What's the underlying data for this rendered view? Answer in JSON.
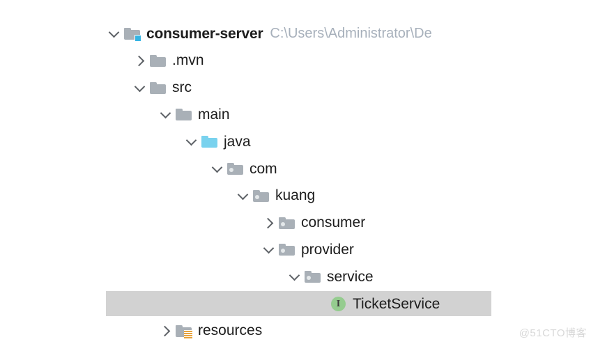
{
  "tree": {
    "nodes": [
      {
        "label": "consumer-server",
        "path": "C:\\Users\\Administrator\\De",
        "icon": "folder-module-icon",
        "chevron": "chevron-down-icon",
        "depth": 0,
        "bold": true,
        "selected": false
      },
      {
        "label": ".mvn",
        "icon": "folder-icon",
        "chevron": "chevron-right-icon",
        "depth": 1,
        "bold": false,
        "selected": false
      },
      {
        "label": "src",
        "icon": "folder-icon",
        "chevron": "chevron-down-icon",
        "depth": 1,
        "bold": false,
        "selected": false
      },
      {
        "label": "main",
        "icon": "folder-icon",
        "chevron": "chevron-down-icon",
        "depth": 2,
        "bold": false,
        "selected": false
      },
      {
        "label": "java",
        "icon": "folder-sources-root-icon",
        "chevron": "chevron-down-icon",
        "depth": 3,
        "bold": false,
        "selected": false
      },
      {
        "label": "com",
        "icon": "folder-package-icon",
        "chevron": "chevron-down-icon",
        "depth": 4,
        "bold": false,
        "selected": false
      },
      {
        "label": "kuang",
        "icon": "folder-package-icon",
        "chevron": "chevron-down-icon",
        "depth": 5,
        "bold": false,
        "selected": false
      },
      {
        "label": "consumer",
        "icon": "folder-package-icon",
        "chevron": "chevron-right-icon",
        "depth": 6,
        "bold": false,
        "selected": false
      },
      {
        "label": "provider",
        "icon": "folder-package-icon",
        "chevron": "chevron-down-icon",
        "depth": 6,
        "bold": false,
        "selected": false
      },
      {
        "label": "service",
        "icon": "folder-package-icon",
        "chevron": "chevron-down-icon",
        "depth": 7,
        "bold": false,
        "selected": false
      },
      {
        "label": "TicketService",
        "icon": "java-interface-icon",
        "icon_glyph": "I",
        "chevron": "none",
        "depth": 8,
        "bold": false,
        "selected": true
      },
      {
        "label": "resources",
        "icon": "folder-resources-root-icon",
        "chevron": "chevron-right-icon",
        "depth": 2,
        "bold": false,
        "selected": false
      }
    ]
  },
  "watermark": {
    "text": "@51CTO博客"
  },
  "colors": {
    "folder_gray": "#a9b0b7",
    "folder_cyan": "#79d2ee",
    "module_badge_blue": "#35b4e3",
    "resources_badge_orange": "#e8a33d",
    "interface_green": "#95cc8f",
    "selection_gray": "#d2d2d2",
    "label_text": "#1d1d1d",
    "path_text": "#a7b0bb",
    "chevron": "#5c6065",
    "background": "#ffffff"
  }
}
